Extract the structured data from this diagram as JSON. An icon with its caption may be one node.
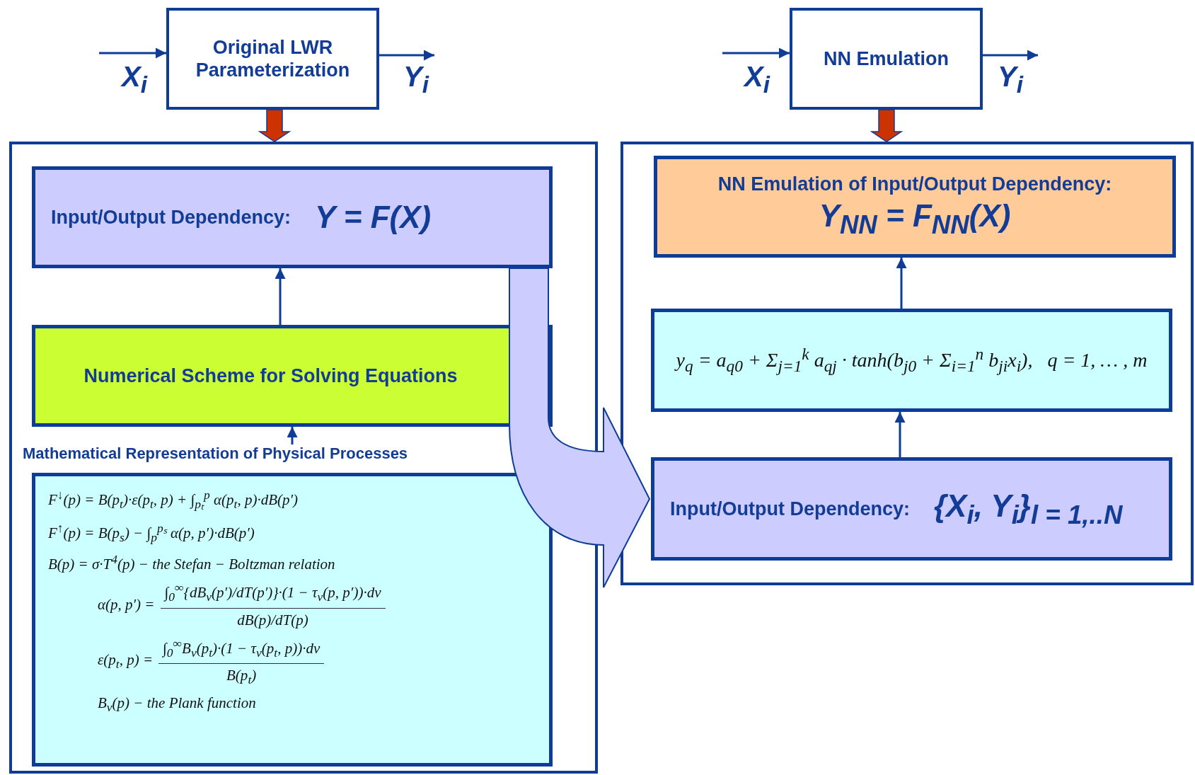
{
  "diagram": {
    "nodes": [
      {
        "text": [
          "Original LWR Parameterization"
        ]
      },
      {
        "text": [
          "NN Emulation"
        ]
      },
      {
        "text": [],
        "shape": "box"
      },
      {
        "text": [
          "Input/Output Dependency:",
          "Y = F(X)"
        ],
        "in": 2
      },
      {
        "text": [
          "Numerical Scheme for Solving Equations"
        ],
        "in": 2
      },
      {
        "text": [
          "Mathematical Representation of Physical Processes",
          "F$^{↓}$(p) = B(p$_{t}$)·ε(p$_{t}$, p) + ∫$_{pₜ}$$^{p}$ α(p$_{t}$, p)·dB(p′)",
          "F$^{↑}$(p) = B(p$_{s}$) − ∫$_{p}$$^{pₛ}$ α(p, p′)·dB(p′)",
          "B(p) = σ·T$^{4}$(p)   − the Stefan − Boltzman relation",
          "α(p, p′) =",
          "∫$_{0}$$^{∞}${dB$_{ν}$(p′)/dT(p′)}·(1 − τ$_{ν}$(p, p′))·dν",
          "dB(p)/dT(p)",
          "ε(p$_{t}$, p) =",
          "∫$_{0}$$^{∞}$B$_{ν}$(p$_{t}$)·(1 − τ$_{ν}$(p$_{t}$, p))·dν",
          "B(p$_{t}$)",
          "B$_{ν}$(p)   − the Plank function"
        ],
        "in": 2
      },
      {
        "text": [],
        "shape": "box"
      },
      {
        "text": [
          "NN Emulation of Input/Output Dependency:",
          "Y$_{NN}$ = F$_{NN}$(X)"
        ],
        "in": 6
      },
      {
        "text": [
          "y$_{q}$ = a$_{q0}$ + Σ$_{j=1}$$^{k}$ a$_{qj}$ · tanh(b$_{j0}$ + Σ$_{i=1}$$^{n}$ b$_{ji}$x$_{i}$),   q = 1, … , m"
        ],
        "in": 6
      },
      {
        "text": [
          "Input/Output Dependency:",
          "{X$_{i}$, Y$_{i}$}$_{l = 1,..N}$"
        ],
        "in": 6
      }
    ],
    "edges": [
      {
        "from": null,
        "to": 0,
        "arrow": "to",
        "label": "X$_{i}$"
      },
      {
        "from": 0,
        "to": null,
        "arrow": "to",
        "label": "Y$_{i}$"
      },
      {
        "from": null,
        "to": 1,
        "arrow": "to",
        "label": "X$_{i}$"
      },
      {
        "from": 1,
        "to": null,
        "arrow": "to",
        "label": "Y$_{i}$"
      },
      {
        "from": 0,
        "to": 2,
        "arrow": "to",
        "style": "thick",
        "color": "#cc3300"
      },
      {
        "from": 1,
        "to": 6,
        "arrow": "to",
        "style": "thick",
        "color": "#cc3300"
      },
      {
        "from": 4,
        "to": 3,
        "arrow": "to"
      },
      {
        "from": 5,
        "to": 4,
        "arrow": "to"
      },
      {
        "from": 3,
        "to": 9,
        "arrow": "to",
        "style": "thick",
        "color": "#ccccff"
      },
      {
        "from": 9,
        "to": 8,
        "arrow": "to"
      },
      {
        "from": 8,
        "to": 7,
        "arrow": "to"
      }
    ]
  }
}
